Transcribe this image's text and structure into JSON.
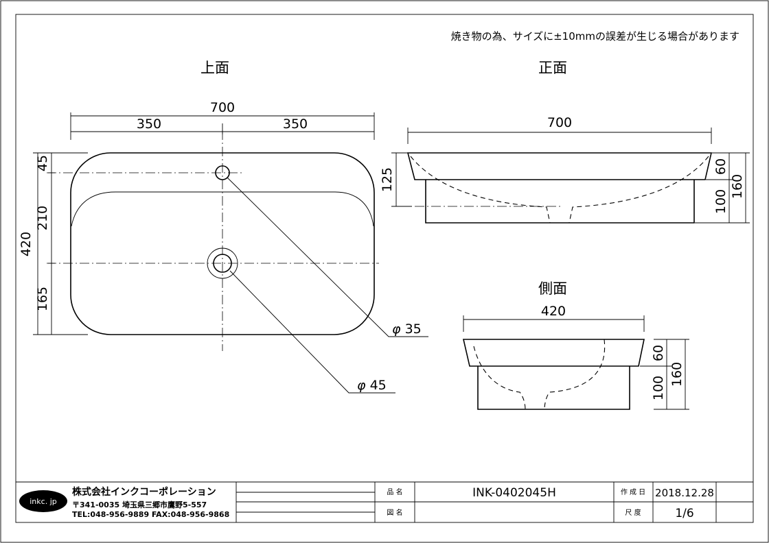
{
  "note": "焼き物の為、サイズに±10mmの誤差が生じる場合があります",
  "views": {
    "top": {
      "title": "上面",
      "dim_total_width": "700",
      "dim_half_left": "350",
      "dim_half_right": "350",
      "dim_total_depth": "420",
      "dim_seg_1": "45",
      "dim_seg_2": "210",
      "dim_seg_3": "165",
      "hole_small_label": "35",
      "hole_large_label": "45"
    },
    "front": {
      "title": "正面",
      "dim_width": "700",
      "dim_inner_depth": "125",
      "dim_rim": "60",
      "dim_lower": "100",
      "dim_height": "160"
    },
    "side": {
      "title": "側面",
      "dim_width": "420",
      "dim_rim": "60",
      "dim_lower": "100",
      "dim_height": "160"
    }
  },
  "title_block": {
    "logo_text": "inkc. jp",
    "company": "株式会社インクコーポレーション",
    "address": "〒341-0035 埼玉県三郷市鷹野5-557",
    "contact": "TEL:048-956-9889  FAX:048-956-9868",
    "product_label": "品 名",
    "product_value": "INK-0402045H",
    "drawing_label": "図 名",
    "drawing_value": "",
    "created_label": "作 成 日",
    "created_value": "2018.12.28",
    "scale_label": "尺 度",
    "scale_value": "1/6"
  }
}
